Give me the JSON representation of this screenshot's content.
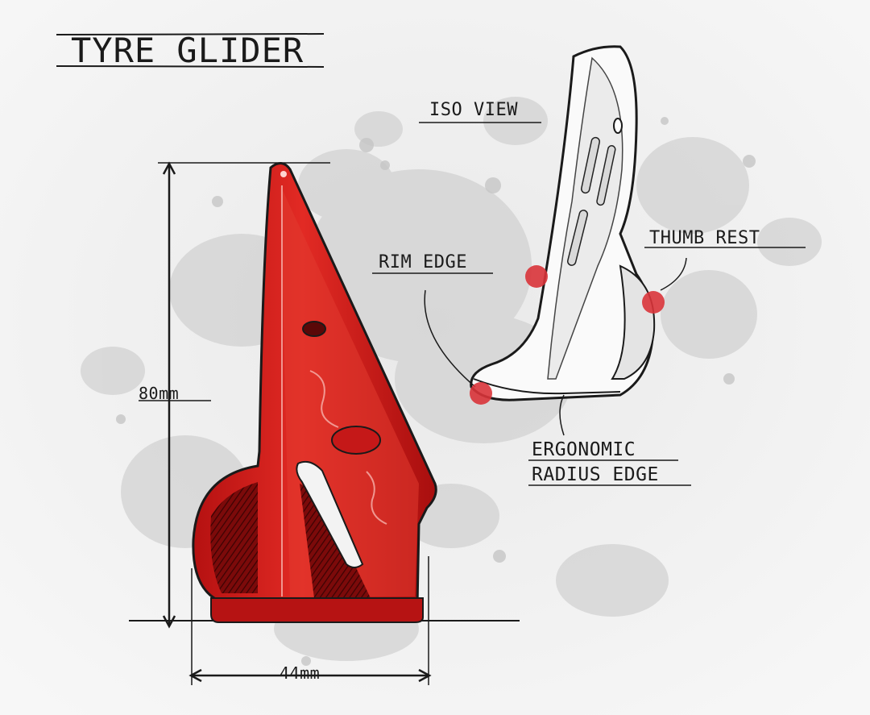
{
  "title": "TYRE GLIDER",
  "labels": {
    "iso_view": "ISO VIEW",
    "rim_edge": "RIM EDGE",
    "thumb_rest": "THUMB REST",
    "ergonomic_line1": "ERGONOMIC",
    "ergonomic_line2": "RADIUS EDGE"
  },
  "dimensions": {
    "height": "80mm",
    "width": "44mm"
  },
  "colors": {
    "part_red": "#d41c1c",
    "part_red_dark": "#8e0d0d",
    "marker_red": "#d9343a",
    "ink": "#1a1a1a",
    "splatter": "#c9c9c9"
  }
}
